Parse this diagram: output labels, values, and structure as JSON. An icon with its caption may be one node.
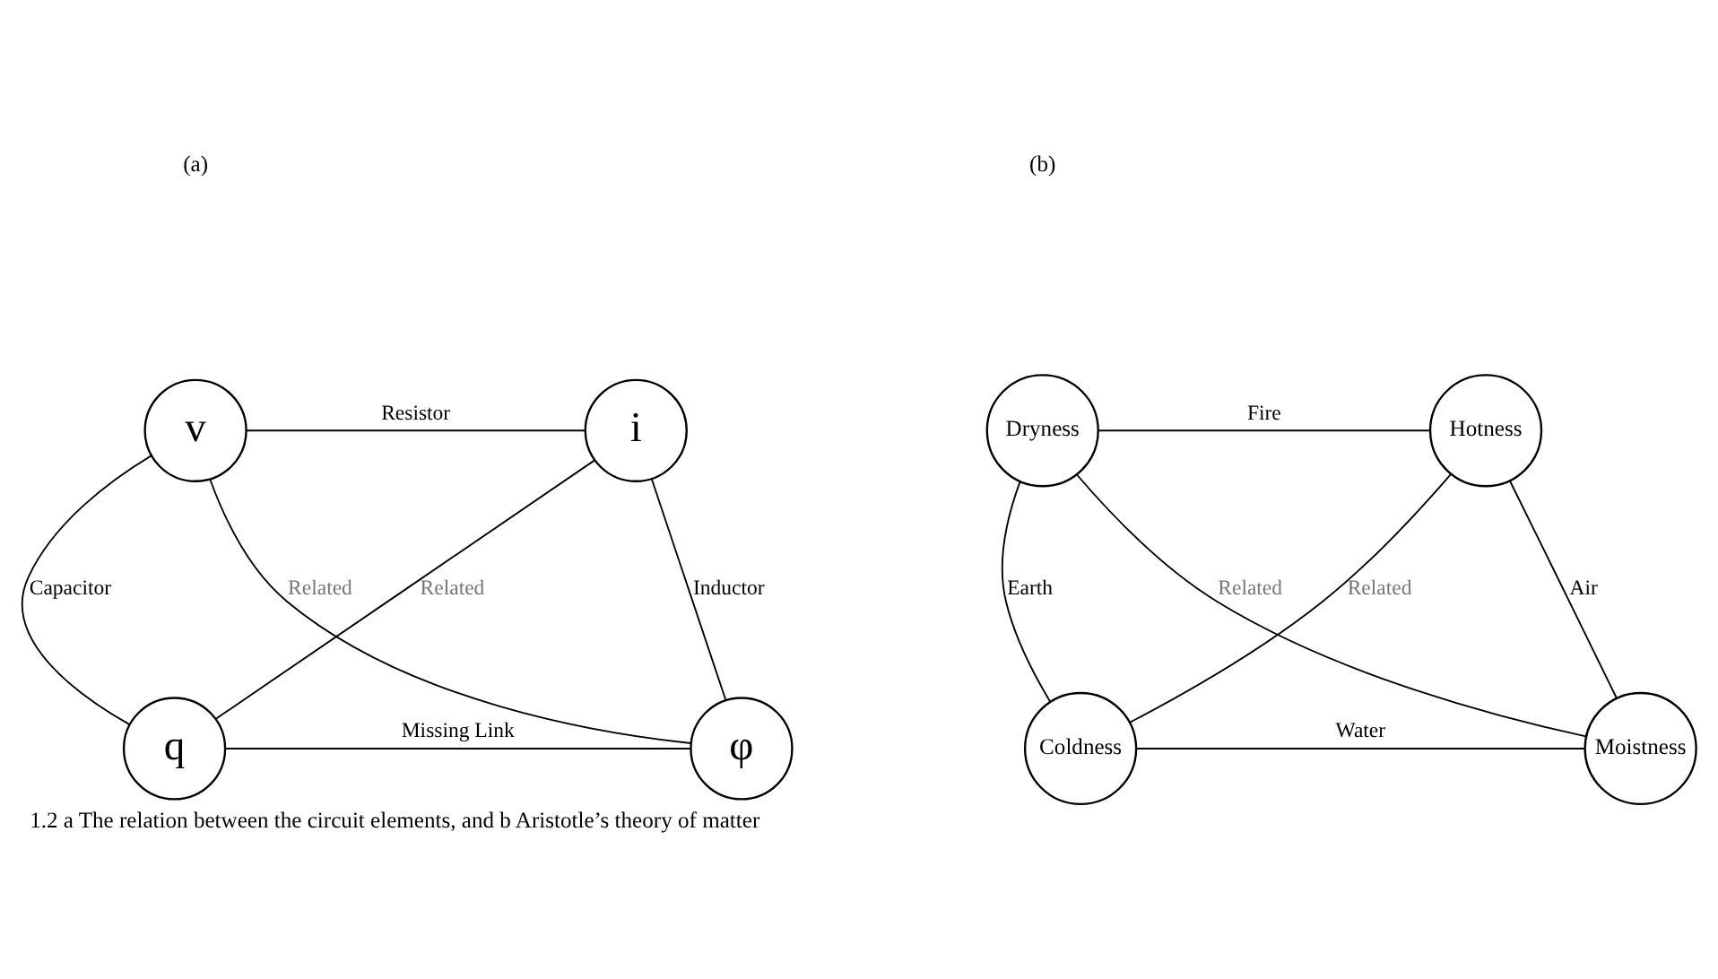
{
  "diagram": {
    "caption": "1.2 a The relation between the circuit elements, and b Aristotle’s theory of matter",
    "nodes": [
      {
        "text": [
          "v"
        ]
      },
      {
        "text": [
          "i"
        ]
      },
      {
        "text": [
          "q"
        ]
      },
      {
        "text": [
          "φ"
        ]
      },
      {
        "text": [
          "Dryness"
        ]
      },
      {
        "text": [
          "Hotness"
        ]
      },
      {
        "text": [
          "Coldness"
        ]
      },
      {
        "text": [
          "Moistness"
        ]
      }
    ],
    "edges": [
      {
        "from": 0,
        "to": 1,
        "arrow": "none",
        "label": "Resistor"
      },
      {
        "from": 0,
        "to": 2,
        "arrow": "none",
        "label": "Capacitor"
      },
      {
        "from": 0,
        "to": 3,
        "arrow": "none",
        "label": "Related"
      },
      {
        "from": 1,
        "to": 2,
        "arrow": "none",
        "label": "Related"
      },
      {
        "from": 1,
        "to": 3,
        "arrow": "none",
        "label": "Inductor"
      },
      {
        "from": 2,
        "to": 3,
        "arrow": "none",
        "label": "Missing Link"
      },
      {
        "from": 4,
        "to": 5,
        "arrow": "none",
        "label": "Fire"
      },
      {
        "from": 4,
        "to": 6,
        "arrow": "none",
        "label": "Earth"
      },
      {
        "from": 4,
        "to": 7,
        "arrow": "none",
        "label": "Related"
      },
      {
        "from": 5,
        "to": 6,
        "arrow": "none",
        "label": "Related"
      },
      {
        "from": 5,
        "to": 7,
        "arrow": "none",
        "label": "Air"
      },
      {
        "from": 6,
        "to": 7,
        "arrow": "none",
        "label": "Water"
      }
    ],
    "labels": [
      "(a)",
      "(b)"
    ]
  }
}
